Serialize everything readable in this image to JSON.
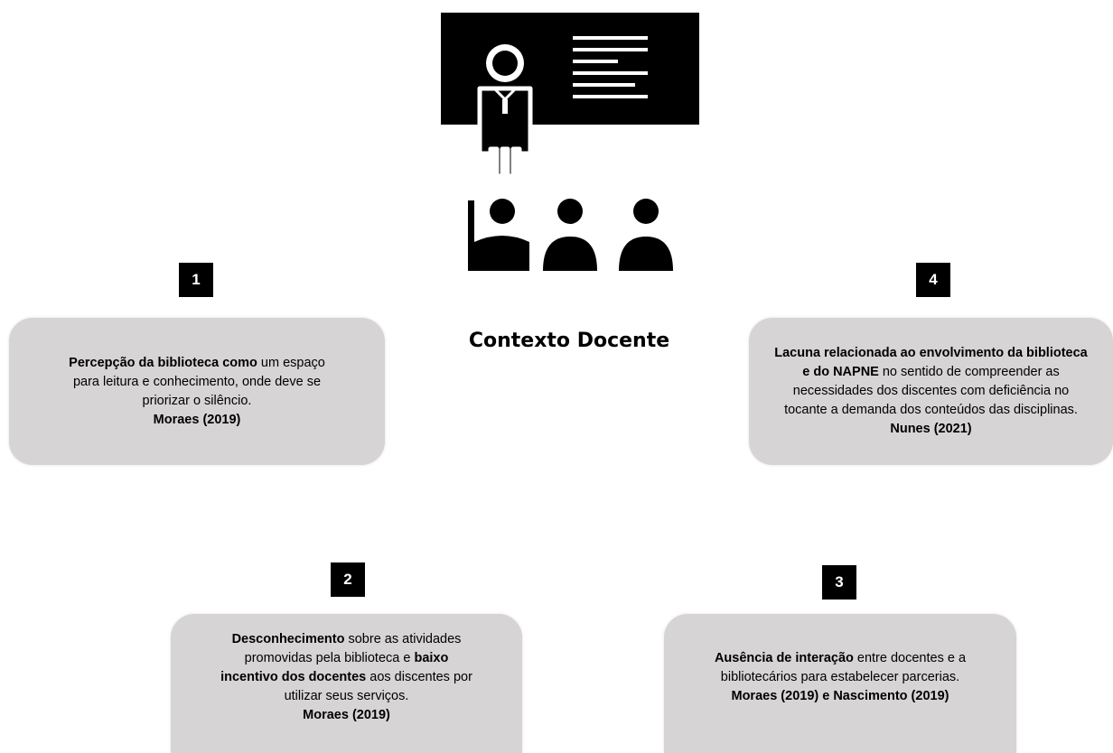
{
  "title": "Contexto Docente",
  "badges": [
    "1",
    "2",
    "3",
    "4"
  ],
  "box1": {
    "bold1": "Percepção da biblioteca como",
    "text1": " um espaço",
    "line2": "para leitura e conhecimento, onde deve se",
    "line3": "priorizar o silêncio.",
    "ref": "Moraes (2019)"
  },
  "box2": {
    "bold1": "Desconhecimento",
    "text1": " sobre as atividades",
    "text2": "promovidas pela biblioteca e ",
    "bold2": "baixo",
    "bold3": "incentivo dos docentes",
    "text3": " aos discentes por",
    "line4": "utilizar seus serviços.",
    "ref": "Moraes (2019)"
  },
  "box3": {
    "bold1": "Ausência de  interação",
    "text1": " entre docentes e a",
    "line2": "bibliotecários para estabelecer parcerias.",
    "ref": "Moraes (2019) e Nascimento (2019)"
  },
  "box4": {
    "bold1": "Lacuna relacionada ao envolvimento  da biblioteca",
    "bold2": "e do NAPNE",
    "text2": " no sentido de compreender as",
    "line3": "necessidades dos discentes com deficiência no",
    "line4": "tocante a demanda dos conteúdos das disciplinas.",
    "ref": "Nunes (2021)"
  },
  "colors": {
    "box": "#d6d4d4",
    "badge": "#000000",
    "ink": "#000000"
  },
  "icons": [
    "teacher-at-board-icon",
    "audience-icon"
  ]
}
